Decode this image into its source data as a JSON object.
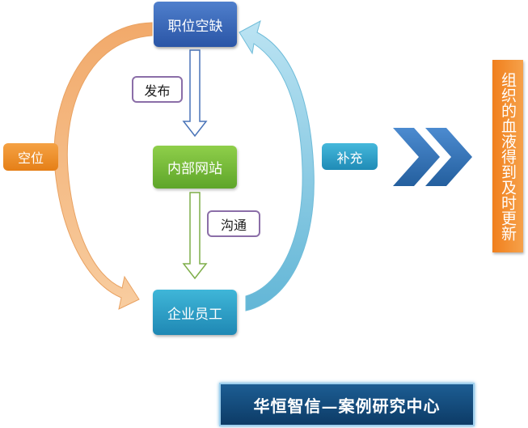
{
  "nodes": {
    "top": "职位空缺",
    "middle": "内部网站",
    "bottom": "企业员工"
  },
  "labels": {
    "publish": "发布",
    "communicate": "沟通",
    "vacancy": "空位",
    "supplement": "补充"
  },
  "side_panel": "组织的血液得到及时更新",
  "footer": "华恒智信—案例研究中心",
  "colors": {
    "top_node": "#2f5faf",
    "middle_node": "#6db33a",
    "bottom_node": "#2a9bc6",
    "vacancy_orange": "#ee8c2a",
    "supplement_blue": "#2a9bc6",
    "chevron_blue": "#2e74b5",
    "footer_navy": "#134a7c"
  }
}
